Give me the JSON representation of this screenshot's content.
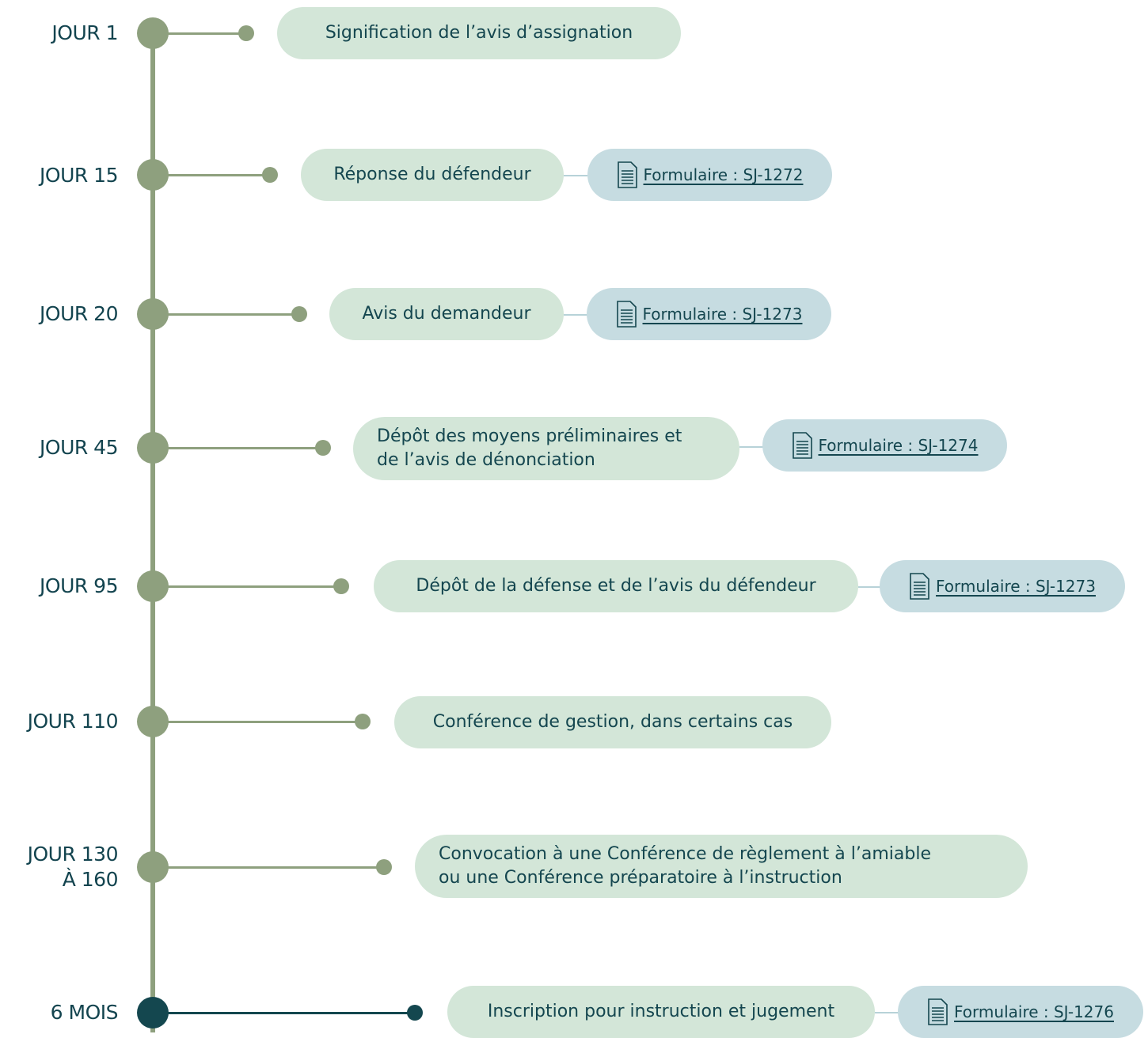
{
  "colors": {
    "spine": "#8ea07e",
    "final": "#14474f",
    "event_pill": "#d3e6d8",
    "form_pill": "#c6dce1",
    "text": "#13444f"
  },
  "steps": [
    {
      "label": "JOUR 1",
      "event": "Signification de l’avis d’assignation"
    },
    {
      "label": "JOUR 15",
      "event": "Réponse du défendeur",
      "form": "Formulaire : SJ-1272",
      "form_icon": "document-icon"
    },
    {
      "label": "JOUR 20",
      "event": "Avis du demandeur",
      "form": "Formulaire : SJ-1273",
      "form_icon": "document-icon"
    },
    {
      "label": "JOUR 45",
      "event": "Dépôt des moyens préliminaires et\nde l’avis de dénonciation",
      "form": "Formulaire : SJ-1274",
      "form_icon": "document-icon"
    },
    {
      "label": "JOUR 95",
      "event": "Dépôt de la défense et de l’avis du défendeur",
      "form": "Formulaire : SJ-1273",
      "form_icon": "document-icon"
    },
    {
      "label": "JOUR 110",
      "event": "Conférence de gestion, dans certains cas"
    },
    {
      "label": "JOUR 130\nÀ 160",
      "event": "Convocation à une Conférence de règlement à l’amiable\nou une Conférence préparatoire à l’instruction"
    },
    {
      "label": "6 MOIS",
      "event": "Inscription pour instruction et jugement",
      "form": "Formulaire : SJ-1276",
      "form_icon": "document-icon"
    }
  ]
}
